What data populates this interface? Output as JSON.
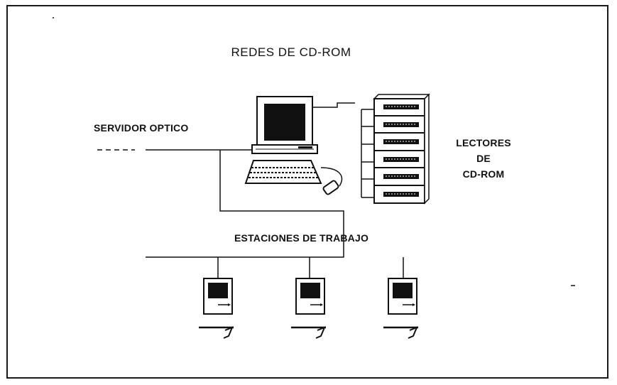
{
  "diagram": {
    "title": "REDES DE CD-ROM",
    "server_label": "SERVIDOR OPTICO",
    "readers_label": [
      "LECTORES",
      "DE",
      "CD-ROM"
    ],
    "workstations_label": "ESTACIONES DE TRABAJO",
    "cd_rom_drive_count": 6,
    "workstation_count": 3
  },
  "colors": {
    "ink": "#111111",
    "background": "#ffffff"
  }
}
